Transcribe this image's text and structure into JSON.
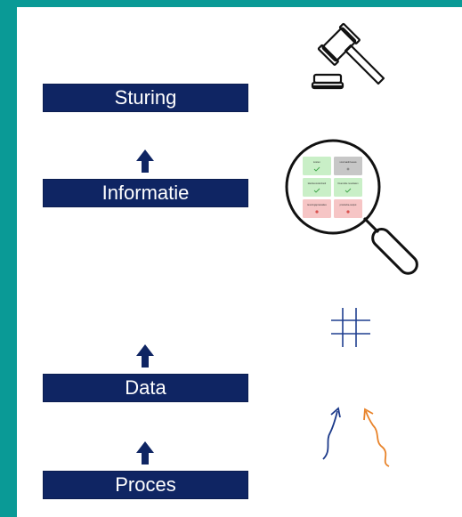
{
  "levels": {
    "sturing": "Sturing",
    "informatie": "Informatie",
    "data": "Data",
    "proces": "Proces"
  },
  "dashboard_tiles": [
    {
      "label": "kosten",
      "status": "ok",
      "color": "#c9efc7"
    },
    {
      "label": "voorraadniveaus",
      "status": "neutral",
      "color": "#c7c7c7"
    },
    {
      "label": "klanttevredenheid",
      "status": "ok",
      "color": "#c9efc7"
    },
    {
      "label": "financiële resultaten",
      "status": "ok",
      "color": "#c9efc7"
    },
    {
      "label": "leveringsprestaties",
      "status": "alert",
      "color": "#f6c5c5"
    },
    {
      "label": "productie-output",
      "status": "alert",
      "color": "#f6c5c5"
    }
  ],
  "colors": {
    "frame": "#0a9a96",
    "bar": "#0f2563",
    "arrow_blue": "#1c3a8a",
    "arrow_orange": "#e8832a",
    "grid_icon": "#1f3f8f"
  },
  "icons": [
    "gavel-icon",
    "magnifier-icon",
    "grid-icon",
    "blue-arrow-icon",
    "orange-arrow-icon"
  ]
}
